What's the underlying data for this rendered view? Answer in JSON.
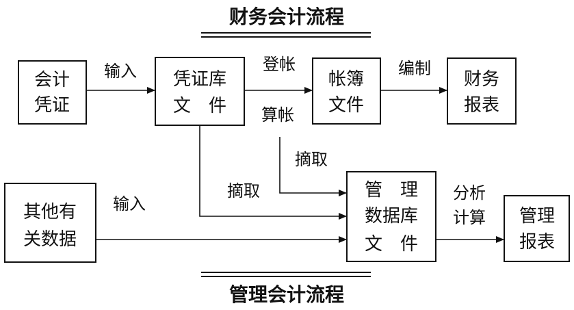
{
  "titles": {
    "top": "财务会计流程",
    "bottom": "管理会计流程"
  },
  "boxes": {
    "voucher": [
      "会计",
      "凭证"
    ],
    "voucher_db": [
      "凭证库",
      "文　件"
    ],
    "ledger": [
      "帐簿",
      "文件"
    ],
    "fin_report": [
      "财务",
      "报表"
    ],
    "other_data": [
      "其他有",
      "关数据"
    ],
    "mgmt_db": [
      "管　理",
      "数据库",
      "文　件"
    ],
    "mgmt_report": [
      "管理",
      "报表"
    ]
  },
  "edges": {
    "input_top": "输入",
    "post": "登帐",
    "compile": "编制",
    "calc": "算帐",
    "extract_right": "摘取",
    "extract_left": "摘取",
    "input_bottom": "输入",
    "analyze": [
      "分析",
      "计算"
    ]
  }
}
